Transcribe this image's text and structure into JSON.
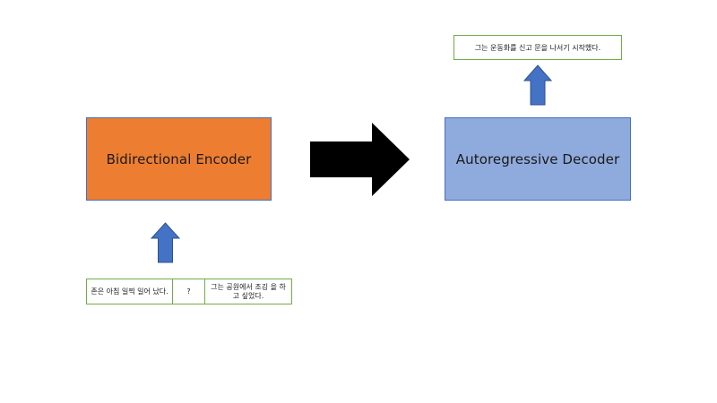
{
  "encoder": {
    "label": "Bidirectional Encoder",
    "fill": "#ed7d31",
    "border": "#4472c4"
  },
  "decoder": {
    "label": "Autoregressive Decoder",
    "fill": "#8faadc",
    "border": "#4472c4"
  },
  "output": {
    "text": "그는 운동화를 신고 문을 나서기 시작했다."
  },
  "input": {
    "segments": [
      "존은 아침 일찍 일어 났다.",
      "?",
      "그는 공원에서 조깅 을 하고 싶었다."
    ]
  },
  "colors": {
    "arrow_blue": "#4472c4",
    "big_arrow": "#000000",
    "text_border": "#70ad47"
  }
}
